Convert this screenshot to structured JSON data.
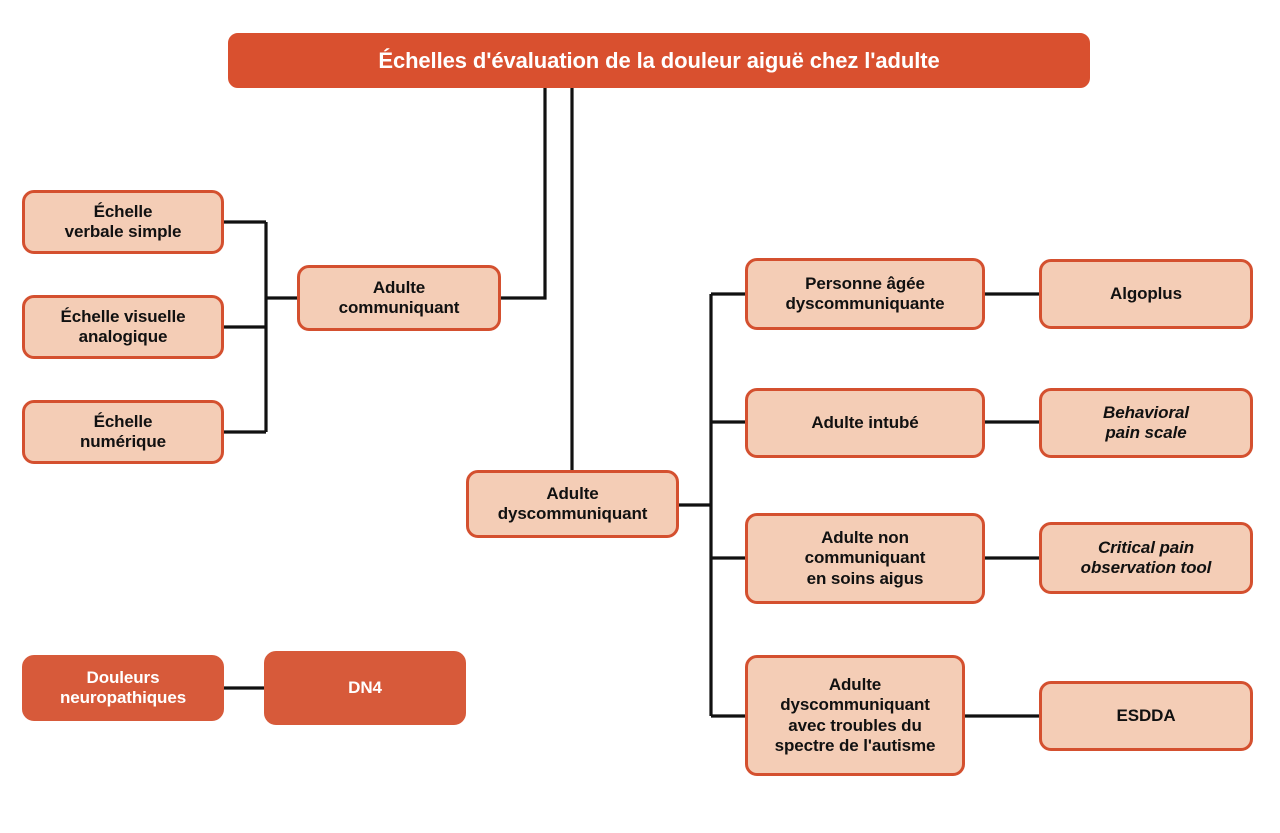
{
  "diagram": {
    "type": "flowchart",
    "title": "Échelles d'évaluation de la douleur aiguë chez l'adulte",
    "colors": {
      "accent_dark": "#D9502F",
      "accent_solid": "#D75A3A",
      "node_fill": "#F4CDB6",
      "node_border": "#D4502F",
      "edge": "#111111",
      "text_dark": "#111111",
      "text_light": "#FFFFFF"
    },
    "nodes": {
      "title": "Échelles d'évaluation de la douleur aiguë chez l'adulte",
      "adulte_communiquant": "Adulte\ncommuniquant",
      "adulte_dyscommuniquant": "Adulte\ndyscommuniquant",
      "echelle_verbale_simple": "Échelle\nverbale simple",
      "echelle_visuelle_analogique": "Échelle visuelle\nanalogique",
      "echelle_numerique": "Échelle\nnumérique",
      "personne_agee_dyscommuniquante": "Personne âgée\ndyscommuniquante",
      "adulte_intube": "Adulte intubé",
      "adulte_non_communiquant": "Adulte non\ncommuniquant\nen soins aigus",
      "adulte_dyscommuniquant_autisme": "Adulte\ndyscommuniquant\navec troubles du\nspectre de l'autisme",
      "algoplus": "Algoplus",
      "behavioral_pain_scale": "Behavioral\npain scale",
      "critical_pain_observation_tool": "Critical pain\nobservation tool",
      "esdda": "ESDDA",
      "douleurs_neuropathiques": "Douleurs\nneuropathiques",
      "dn4": "DN4"
    },
    "edges": [
      {
        "from": "title",
        "to": "adulte_communiquant"
      },
      {
        "from": "title",
        "to": "adulte_dyscommuniquant"
      },
      {
        "from": "echelle_verbale_simple",
        "to": "adulte_communiquant"
      },
      {
        "from": "echelle_visuelle_analogique",
        "to": "adulte_communiquant"
      },
      {
        "from": "echelle_numerique",
        "to": "adulte_communiquant"
      },
      {
        "from": "adulte_dyscommuniquant",
        "to": "personne_agee_dyscommuniquante"
      },
      {
        "from": "adulte_dyscommuniquant",
        "to": "adulte_intube"
      },
      {
        "from": "adulte_dyscommuniquant",
        "to": "adulte_non_communiquant"
      },
      {
        "from": "adulte_dyscommuniquant",
        "to": "adulte_dyscommuniquant_autisme"
      },
      {
        "from": "personne_agee_dyscommuniquante",
        "to": "algoplus"
      },
      {
        "from": "adulte_intube",
        "to": "behavioral_pain_scale"
      },
      {
        "from": "adulte_non_communiquant",
        "to": "critical_pain_observation_tool"
      },
      {
        "from": "adulte_dyscommuniquant_autisme",
        "to": "esdda"
      },
      {
        "from": "douleurs_neuropathiques",
        "to": "dn4"
      }
    ]
  }
}
